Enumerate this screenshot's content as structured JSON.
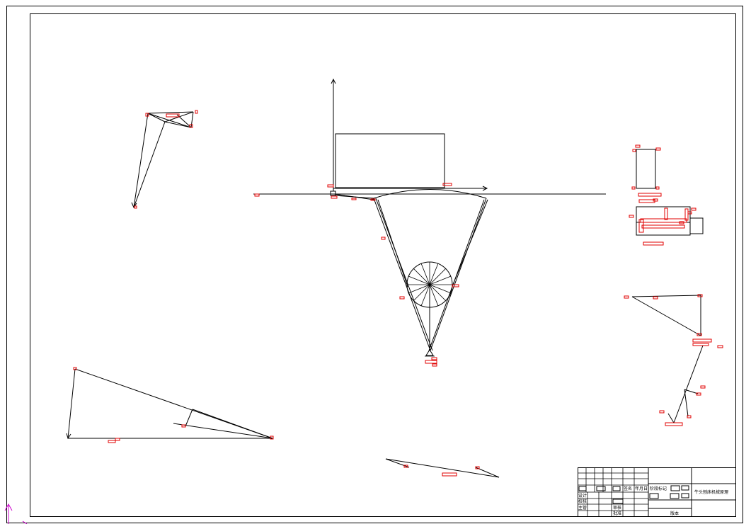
{
  "title_block": {
    "drawing_title": "牛头刨床机械原理",
    "change_mark": "阶段标记",
    "labels": {
      "design": "设计",
      "check": "校核",
      "main_design": "主管",
      "review": "审核",
      "approve": "批准",
      "version": "版本",
      "sign": "签名",
      "date": "年月日"
    }
  },
  "colors": {
    "drawing_line": "#000000",
    "annotation": "#e00000",
    "ucs_icon": "#cc00cc",
    "background": "#ffffff"
  },
  "icons": {
    "ucs": "ucs-axis-icon"
  }
}
